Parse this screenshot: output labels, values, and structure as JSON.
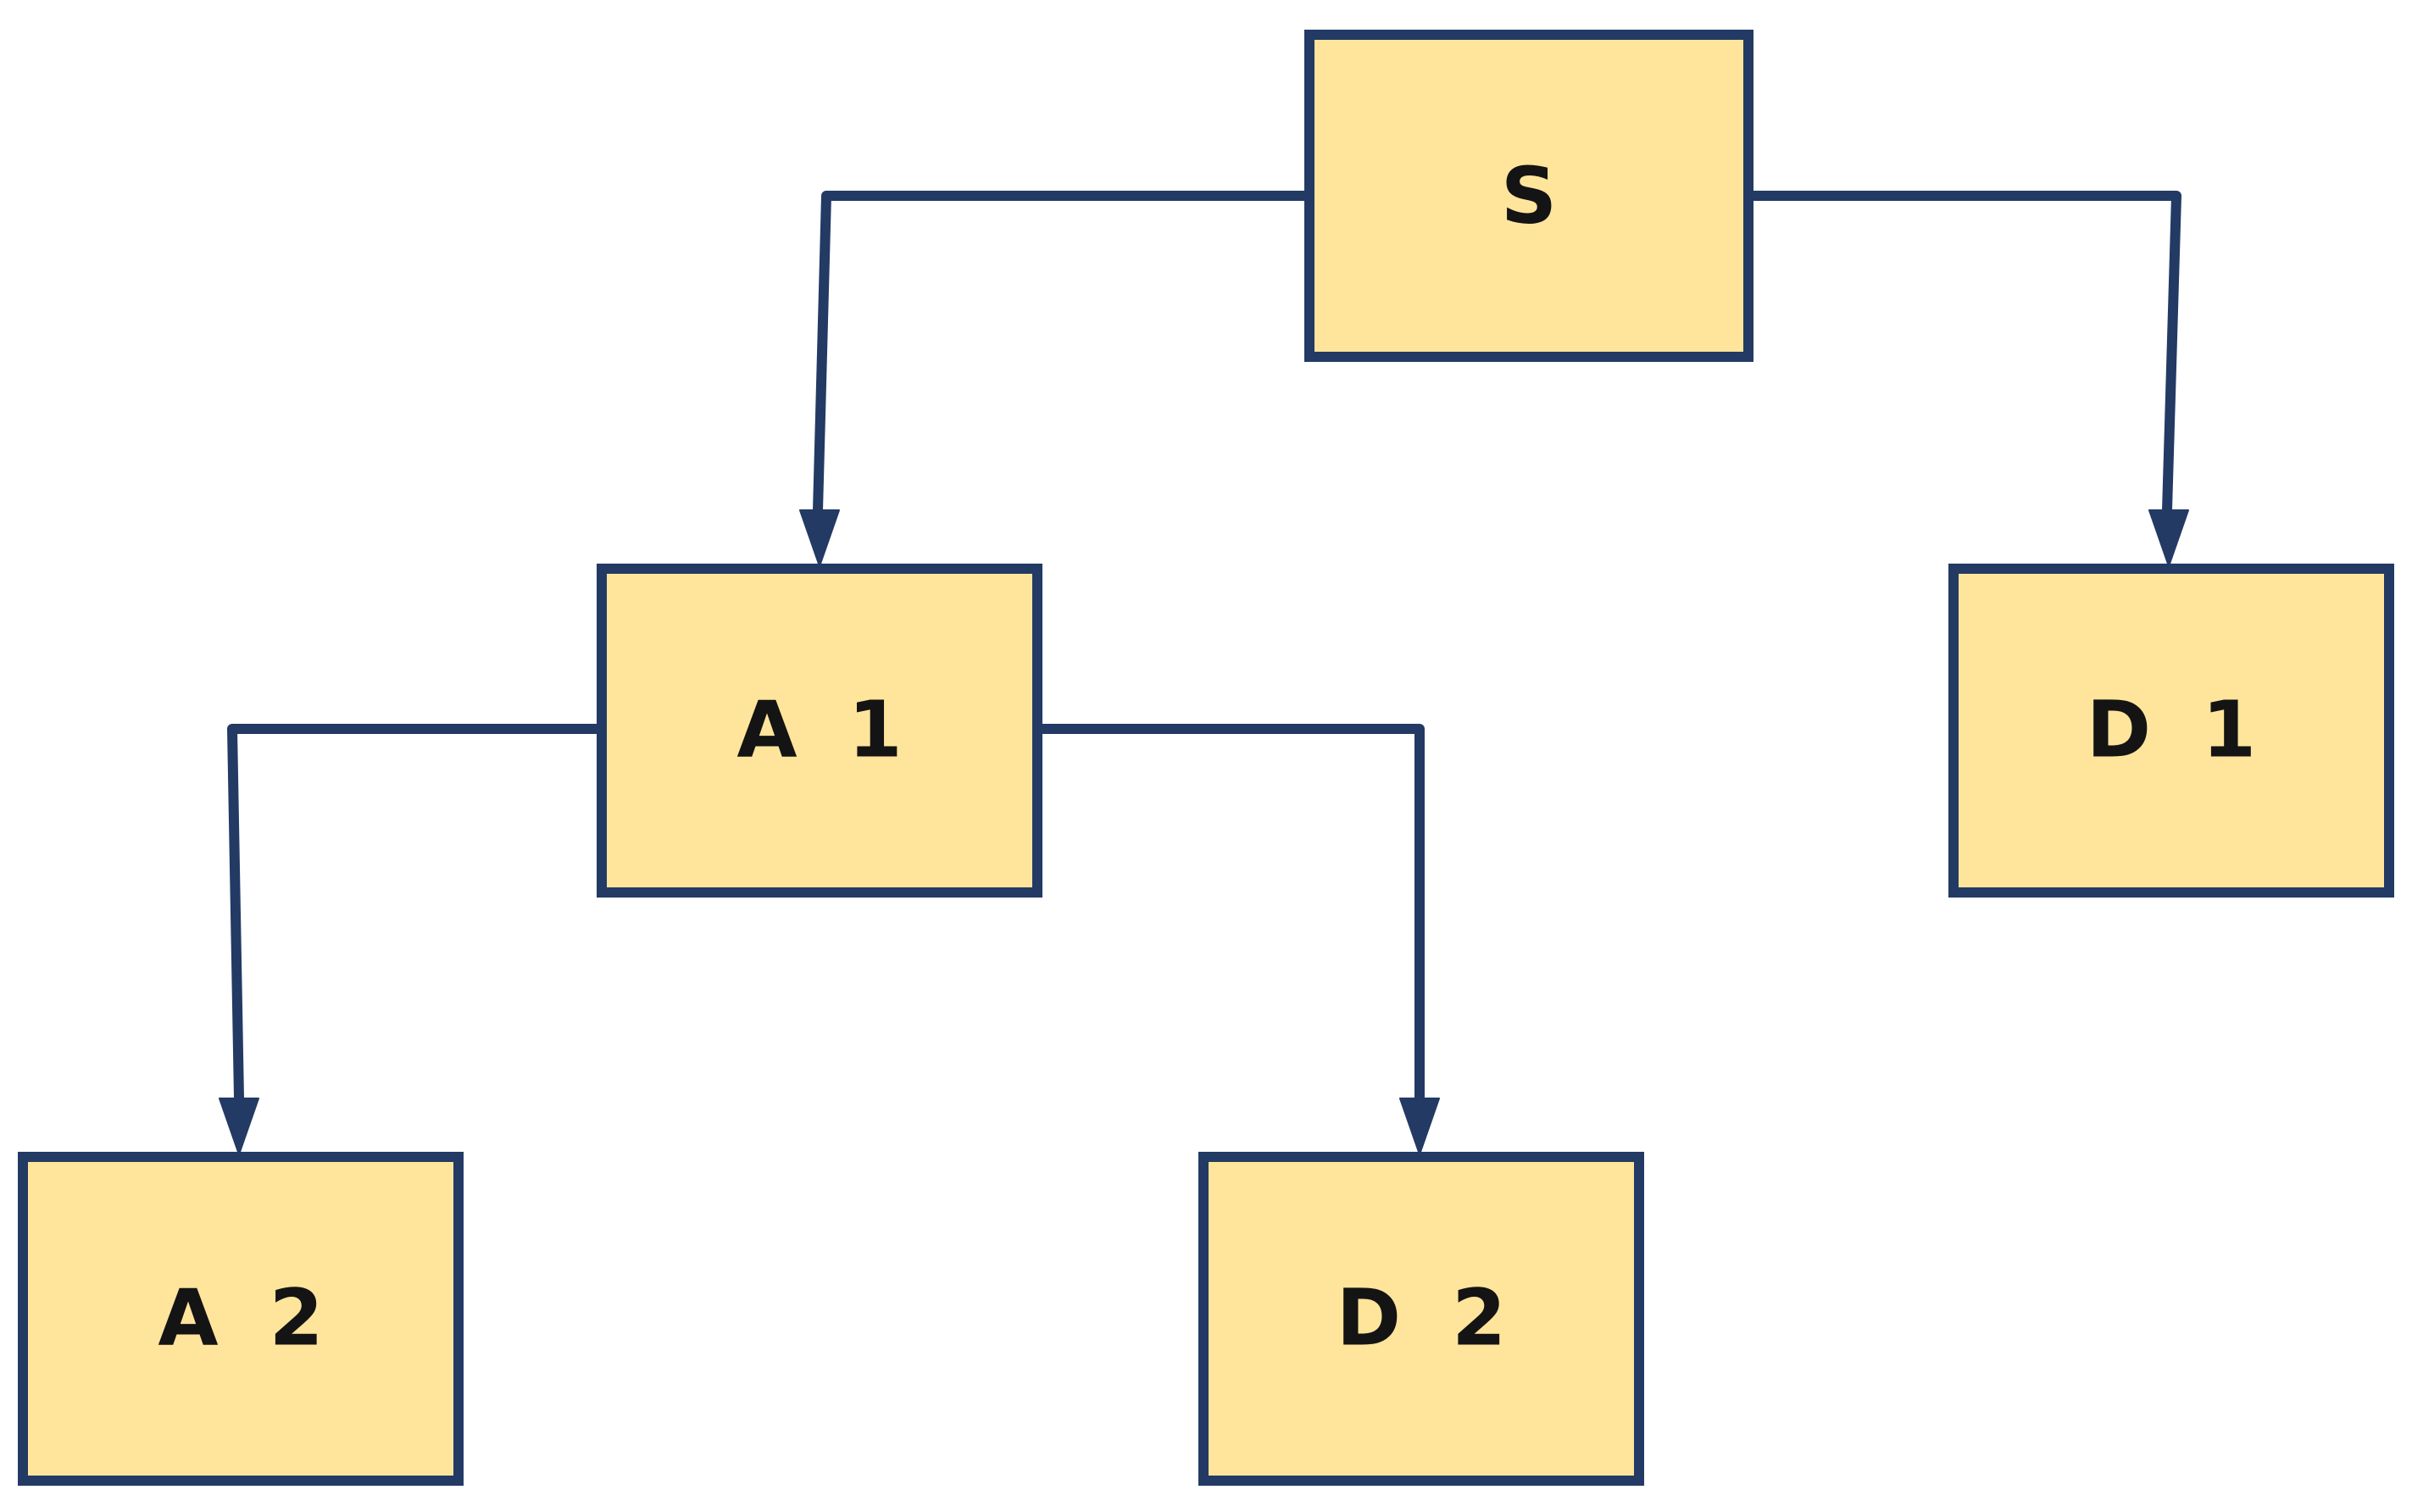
{
  "colors": {
    "node_fill": "#FFE59C",
    "stroke": "#233A64",
    "label": "#141414",
    "background": "#FFFFFF"
  },
  "nodes": {
    "s": {
      "label": "S"
    },
    "a1": {
      "label": "A 1"
    },
    "d1": {
      "label": "D 1"
    },
    "a2": {
      "label": "A 2"
    },
    "d2": {
      "label": "D 2"
    }
  },
  "edges": [
    {
      "from": "S",
      "to": "A 1"
    },
    {
      "from": "S",
      "to": "D 1"
    },
    {
      "from": "A 1",
      "to": "A 2"
    },
    {
      "from": "A 1",
      "to": "D 2"
    }
  ]
}
